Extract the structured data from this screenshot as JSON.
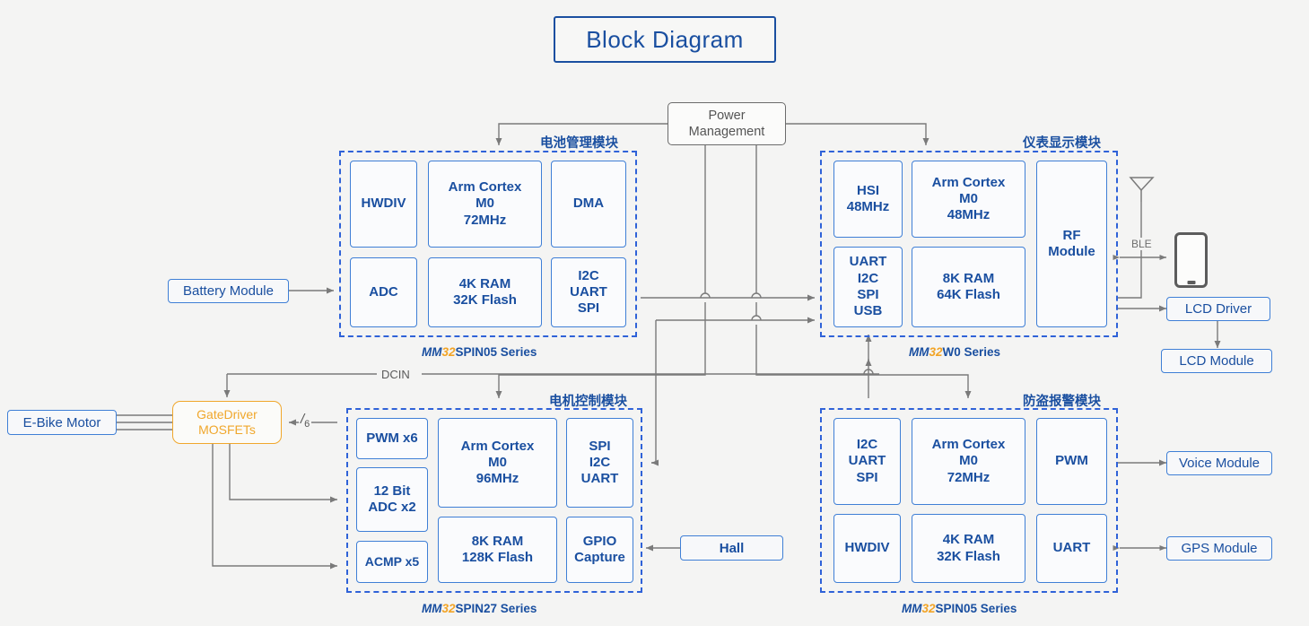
{
  "title": {
    "text": "Block Diagram"
  },
  "power_management": {
    "label": "Power\nManagement",
    "line1": "Power",
    "line2": "Management"
  },
  "modules": [
    {
      "id": "battery-management",
      "title_cn": "电池管理模块",
      "series_mm": "MM",
      "series_32": "32",
      "series_rest": "SPIN05 Series",
      "cells": [
        {
          "name": "hwdiv",
          "text": "HWDIV"
        },
        {
          "name": "arm-cortex-m0-72mhz",
          "line1": "Arm Cortex",
          "line2": "M0",
          "line3": "72MHz"
        },
        {
          "name": "dma",
          "text": "DMA"
        },
        {
          "name": "adc",
          "text": "ADC"
        },
        {
          "name": "ram-flash",
          "line1": "4K RAM",
          "line2": "32K Flash"
        },
        {
          "name": "i2c-uart-spi",
          "line1": "I2C",
          "line2": "UART",
          "line3": "SPI"
        }
      ]
    },
    {
      "id": "instrument-display",
      "title_cn": "仪表显示模块",
      "series_mm": "MM",
      "series_32": "32",
      "series_rest": "W0 Series",
      "cells": [
        {
          "name": "hsi",
          "line1": "HSI",
          "line2": "48MHz"
        },
        {
          "name": "arm-cortex-m0-48mhz",
          "line1": "Arm Cortex",
          "line2": "M0",
          "line3": "48MHz"
        },
        {
          "name": "rf-module",
          "line1": "RF",
          "line2": "Module"
        },
        {
          "name": "uart-i2c-spi-usb",
          "line1": "UART",
          "line2": "I2C",
          "line3": "SPI",
          "line4": "USB"
        },
        {
          "name": "ram-flash",
          "line1": "8K RAM",
          "line2": "64K Flash"
        }
      ]
    },
    {
      "id": "motor-control",
      "title_cn": "电机控制模块",
      "series_mm": "MM",
      "series_32": "32",
      "series_rest": "SPIN27 Series",
      "cells": [
        {
          "name": "pwm-x6",
          "text": "PWM x6"
        },
        {
          "name": "adc-12bit-x2",
          "line1": "12 Bit",
          "line2": "ADC x2"
        },
        {
          "name": "acmp-x5",
          "text": "ACMP x5"
        },
        {
          "name": "arm-cortex-m0-96mhz",
          "line1": "Arm Cortex",
          "line2": "M0",
          "line3": "96MHz"
        },
        {
          "name": "ram-flash",
          "line1": "8K RAM",
          "line2": "128K Flash"
        },
        {
          "name": "spi-i2c-uart",
          "line1": "SPI",
          "line2": "I2C",
          "line3": "UART"
        },
        {
          "name": "gpio-capture",
          "line1": "GPIO",
          "line2": "Capture"
        }
      ]
    },
    {
      "id": "anti-theft-alarm",
      "title_cn": "防盗报警模块",
      "series_mm": "MM",
      "series_32": "32",
      "series_rest": "SPIN05 Series",
      "cells": [
        {
          "name": "i2c-uart-spi",
          "line1": "I2C",
          "line2": "UART",
          "line3": "SPI"
        },
        {
          "name": "arm-cortex-m0-72mhz",
          "line1": "Arm Cortex",
          "line2": "M0",
          "line3": "72MHz"
        },
        {
          "name": "pwm",
          "text": "PWM"
        },
        {
          "name": "hwdiv",
          "text": "HWDIV"
        },
        {
          "name": "ram-flash",
          "line1": "4K RAM",
          "line2": "32K Flash"
        },
        {
          "name": "uart",
          "text": "UART"
        }
      ]
    }
  ],
  "peripherals": {
    "battery_module": "Battery Module",
    "ebike_motor": "E-Bike Motor",
    "gate_driver_line1": "GateDriver",
    "gate_driver_line2": "MOSFETs",
    "hall": "Hall",
    "lcd_driver": "LCD Driver",
    "lcd_module": "LCD Module",
    "voice_module": "Voice Module",
    "gps_module": "GPS Module"
  },
  "wire_labels": {
    "dcin": "DCIN",
    "ble": "BLE",
    "gate_bus_numerator": "/",
    "gate_bus_denominator": "6"
  },
  "colors": {
    "accent_blue": "#1a4fa0",
    "cell_border": "#3f7fd6",
    "dashed_border": "#2f62d8",
    "orange": "#f0a72c",
    "wire_gray": "#7a7a7a",
    "background": "#f4f4f3"
  }
}
